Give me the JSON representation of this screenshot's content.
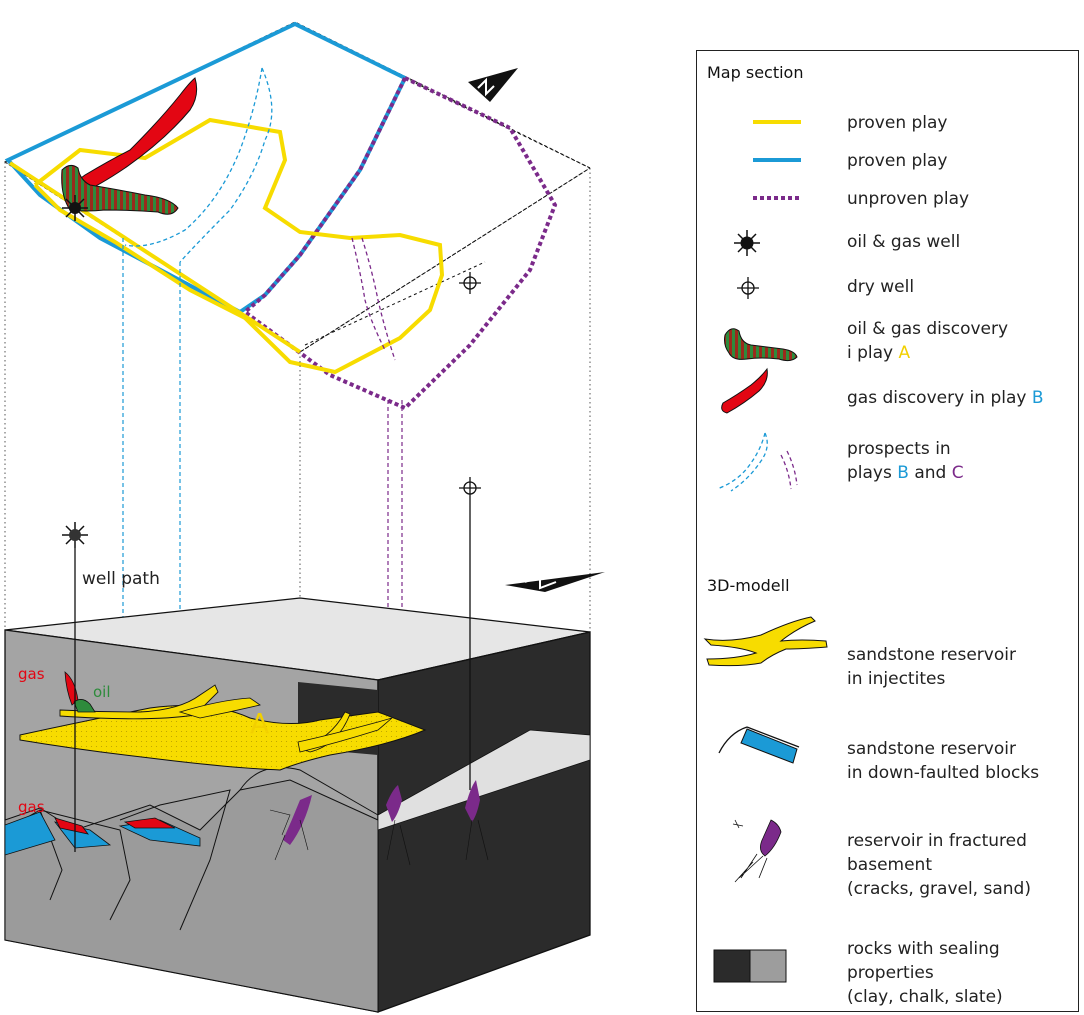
{
  "colors": {
    "yellow": "#f7dc00",
    "blue": "#1b9ad6",
    "purple": "#7b2a8a",
    "red": "#e30613",
    "green": "#2e8b3c",
    "dark_rock": "#2b2b2b",
    "light_rock": "#9d9d9d"
  },
  "scene": {
    "well_path_label": "well path",
    "gas_label_top": "gas",
    "oil_label": "oil",
    "gas_label_bottom": "gas",
    "play_a_label": "A",
    "north_arrow_top": "north-arrow-icon",
    "north_arrow_mid": "north-arrow-icon"
  },
  "legend": {
    "map_title": "Map section",
    "model_title": "3D-modell",
    "items": [
      {
        "text": "proven play"
      },
      {
        "text": "proven play"
      },
      {
        "text": "unproven play"
      },
      {
        "text": "oil & gas well"
      },
      {
        "text": "dry well"
      },
      {
        "line1": "oil & gas discovery",
        "line2": "i play ",
        "play": "A"
      },
      {
        "text": "gas discovery in play ",
        "play": "B"
      },
      {
        "line1": "prospects in",
        "line2a": "plays ",
        "playB": "B",
        "and": " and ",
        "playC": "C"
      },
      {
        "line1": "sandstone reservoir",
        "line2": "in injectites"
      },
      {
        "line1": "sandstone reservoir",
        "line2": "in down-faulted blocks"
      },
      {
        "line1": "reservoir in fractured",
        "line2": "basement",
        "line3": "(cracks, gravel, sand)"
      },
      {
        "line1": "rocks with sealing",
        "line2": "properties",
        "line3": "(clay, chalk, slate)"
      }
    ]
  }
}
